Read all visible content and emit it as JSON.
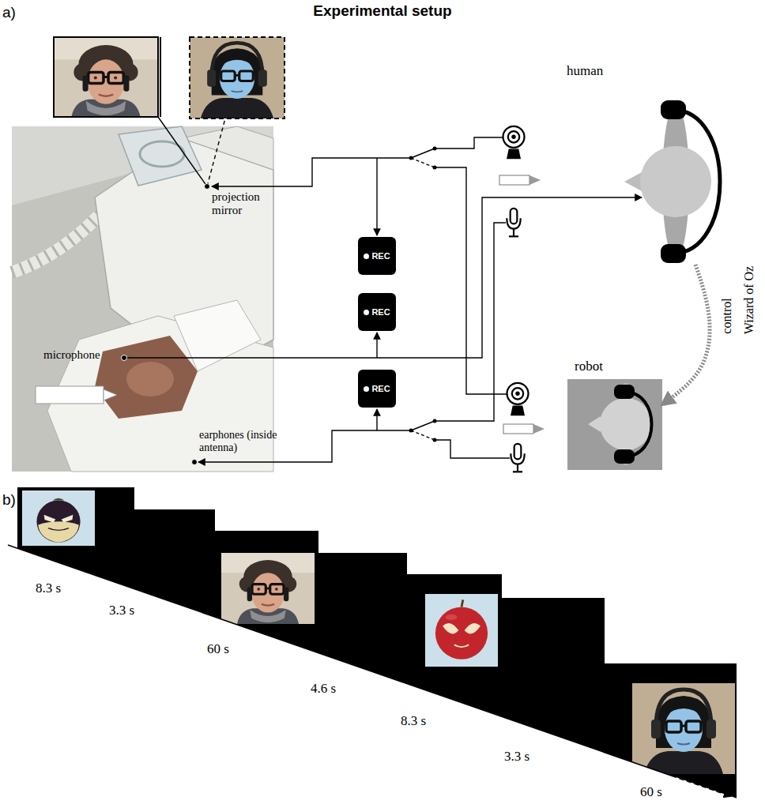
{
  "diagram": {
    "title": "Experimental setup",
    "nodes": [
      {
        "text": [
          "human"
        ]
      },
      {
        "text": [
          "REC"
        ]
      },
      {
        "text": [
          "REC"
        ]
      },
      {
        "text": [
          "REC"
        ]
      },
      {
        "text": [
          "robot"
        ]
      }
    ],
    "edges": [
      {
        "from": 0,
        "to": 4,
        "arrow": "to",
        "label": "control"
      }
    ],
    "labels": [
      "a)",
      "projection mirror",
      "microphone",
      "earphones (inside antenna)",
      "Wizard of Oz",
      "b)",
      "8.3 s",
      "3.3 s",
      "60 s",
      "4.6 s",
      "8.3 s",
      "3.3 s",
      "60 s"
    ]
  }
}
